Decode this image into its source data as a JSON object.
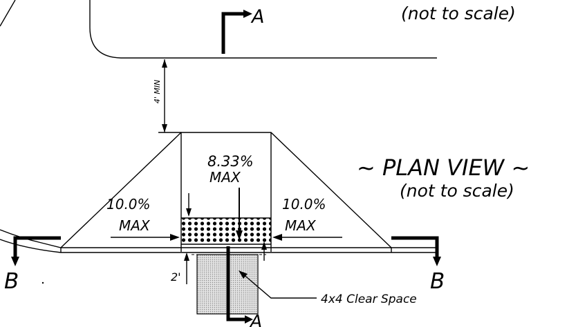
{
  "top_note": {
    "text": "(not to scale)"
  },
  "section_marker_a": {
    "letter": "A"
  },
  "section_marker_b": {
    "letter": "B"
  },
  "dimension_min": {
    "text": "4' MIN"
  },
  "ramp_slope": {
    "value": "8.33%",
    "limit": "MAX"
  },
  "flare_left": {
    "value": "10.0%",
    "limit": "MAX"
  },
  "flare_right": {
    "value": "10.0%",
    "limit": "MAX"
  },
  "plan_view": {
    "title": "~ PLAN VIEW ~",
    "note": "(not to scale)"
  },
  "dimension_two": {
    "text": "2'"
  },
  "clear_space": {
    "label": "4x4 Clear Space"
  },
  "colors": {
    "ink": "#000000",
    "paper": "#ffffff",
    "hatch": "#c8c8c8"
  }
}
